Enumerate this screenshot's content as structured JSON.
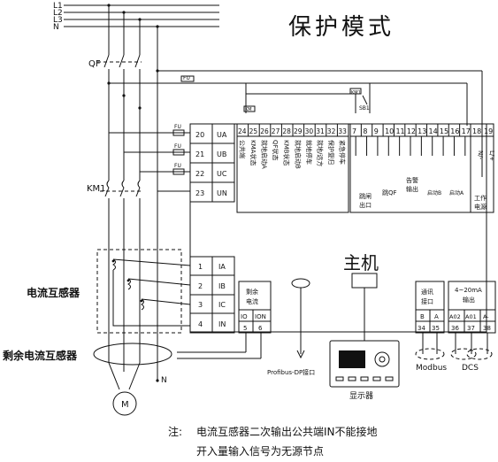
{
  "title": "保护模式",
  "bus": {
    "l1": "L1",
    "l2": "L2",
    "l3": "L3",
    "n": "N"
  },
  "qf": "QF",
  "km1": "KM1",
  "fu": "FU",
  "km": "KM",
  "km1_small": "KM1",
  "sb1": "SB1",
  "motor": "M",
  "ground_n": "N",
  "voltage_inputs": [
    {
      "num": "20",
      "label": "UA"
    },
    {
      "num": "21",
      "label": "UB"
    },
    {
      "num": "22",
      "label": "UC"
    },
    {
      "num": "23",
      "label": "UN"
    }
  ],
  "ct_label": "电流互感器",
  "residual_label": "剩余电流互感器",
  "ct_inputs": [
    {
      "num": "1",
      "label": "IA"
    },
    {
      "num": "2",
      "label": "IB"
    },
    {
      "num": "3",
      "label": "IC"
    },
    {
      "num": "4",
      "label": "IN"
    }
  ],
  "residual_box": {
    "title1": "剩余",
    "title2": "电流",
    "t1": "IO",
    "t2": "ION",
    "n1": "5",
    "n2": "6"
  },
  "top_terminals": [
    "24",
    "25",
    "26",
    "27",
    "28",
    "29",
    "30",
    "31",
    "32",
    "33"
  ],
  "top_labels": [
    "公共端",
    "KMA状态",
    "就地启动A",
    "QF状态",
    "KMB状态",
    "就地启动B",
    "就地停车",
    "就地/远方",
    "保护复归",
    "紧急停车"
  ],
  "relay_terminals": [
    "7",
    "8",
    "9",
    "10",
    "11",
    "12",
    "13",
    "14",
    "15",
    "16",
    "17"
  ],
  "relay_labels": {
    "trip": "跳闸",
    "trip2": "出口",
    "qf": "跳QF",
    "alarm": "告警",
    "alarm2": "输出",
    "startb": "启动B",
    "starta": "启动A"
  },
  "power_terminals": [
    "18",
    "19"
  ],
  "power_labels": {
    "n": "N/-",
    "l": "L/+",
    "work": "工作",
    "power": "电源"
  },
  "host_label": "主机",
  "comm": {
    "title1": "通讯",
    "title2": "接口",
    "b": "B",
    "a": "A",
    "n1": "34",
    "n2": "35",
    "bus": "Modbus"
  },
  "analog": {
    "title1": "4~20mA",
    "title2": "输出",
    "c1": "A02",
    "c2": "A01",
    "c3": "A-",
    "n1": "36",
    "n2": "37",
    "n3": "38",
    "bus": "DCS"
  },
  "profibus": "Profibus-DP接口",
  "display_label": "显示器",
  "note_prefix": "注:",
  "note1": "电流互感器二次输出公共端IN不能接地",
  "note2": "开入量输入信号为无源节点"
}
